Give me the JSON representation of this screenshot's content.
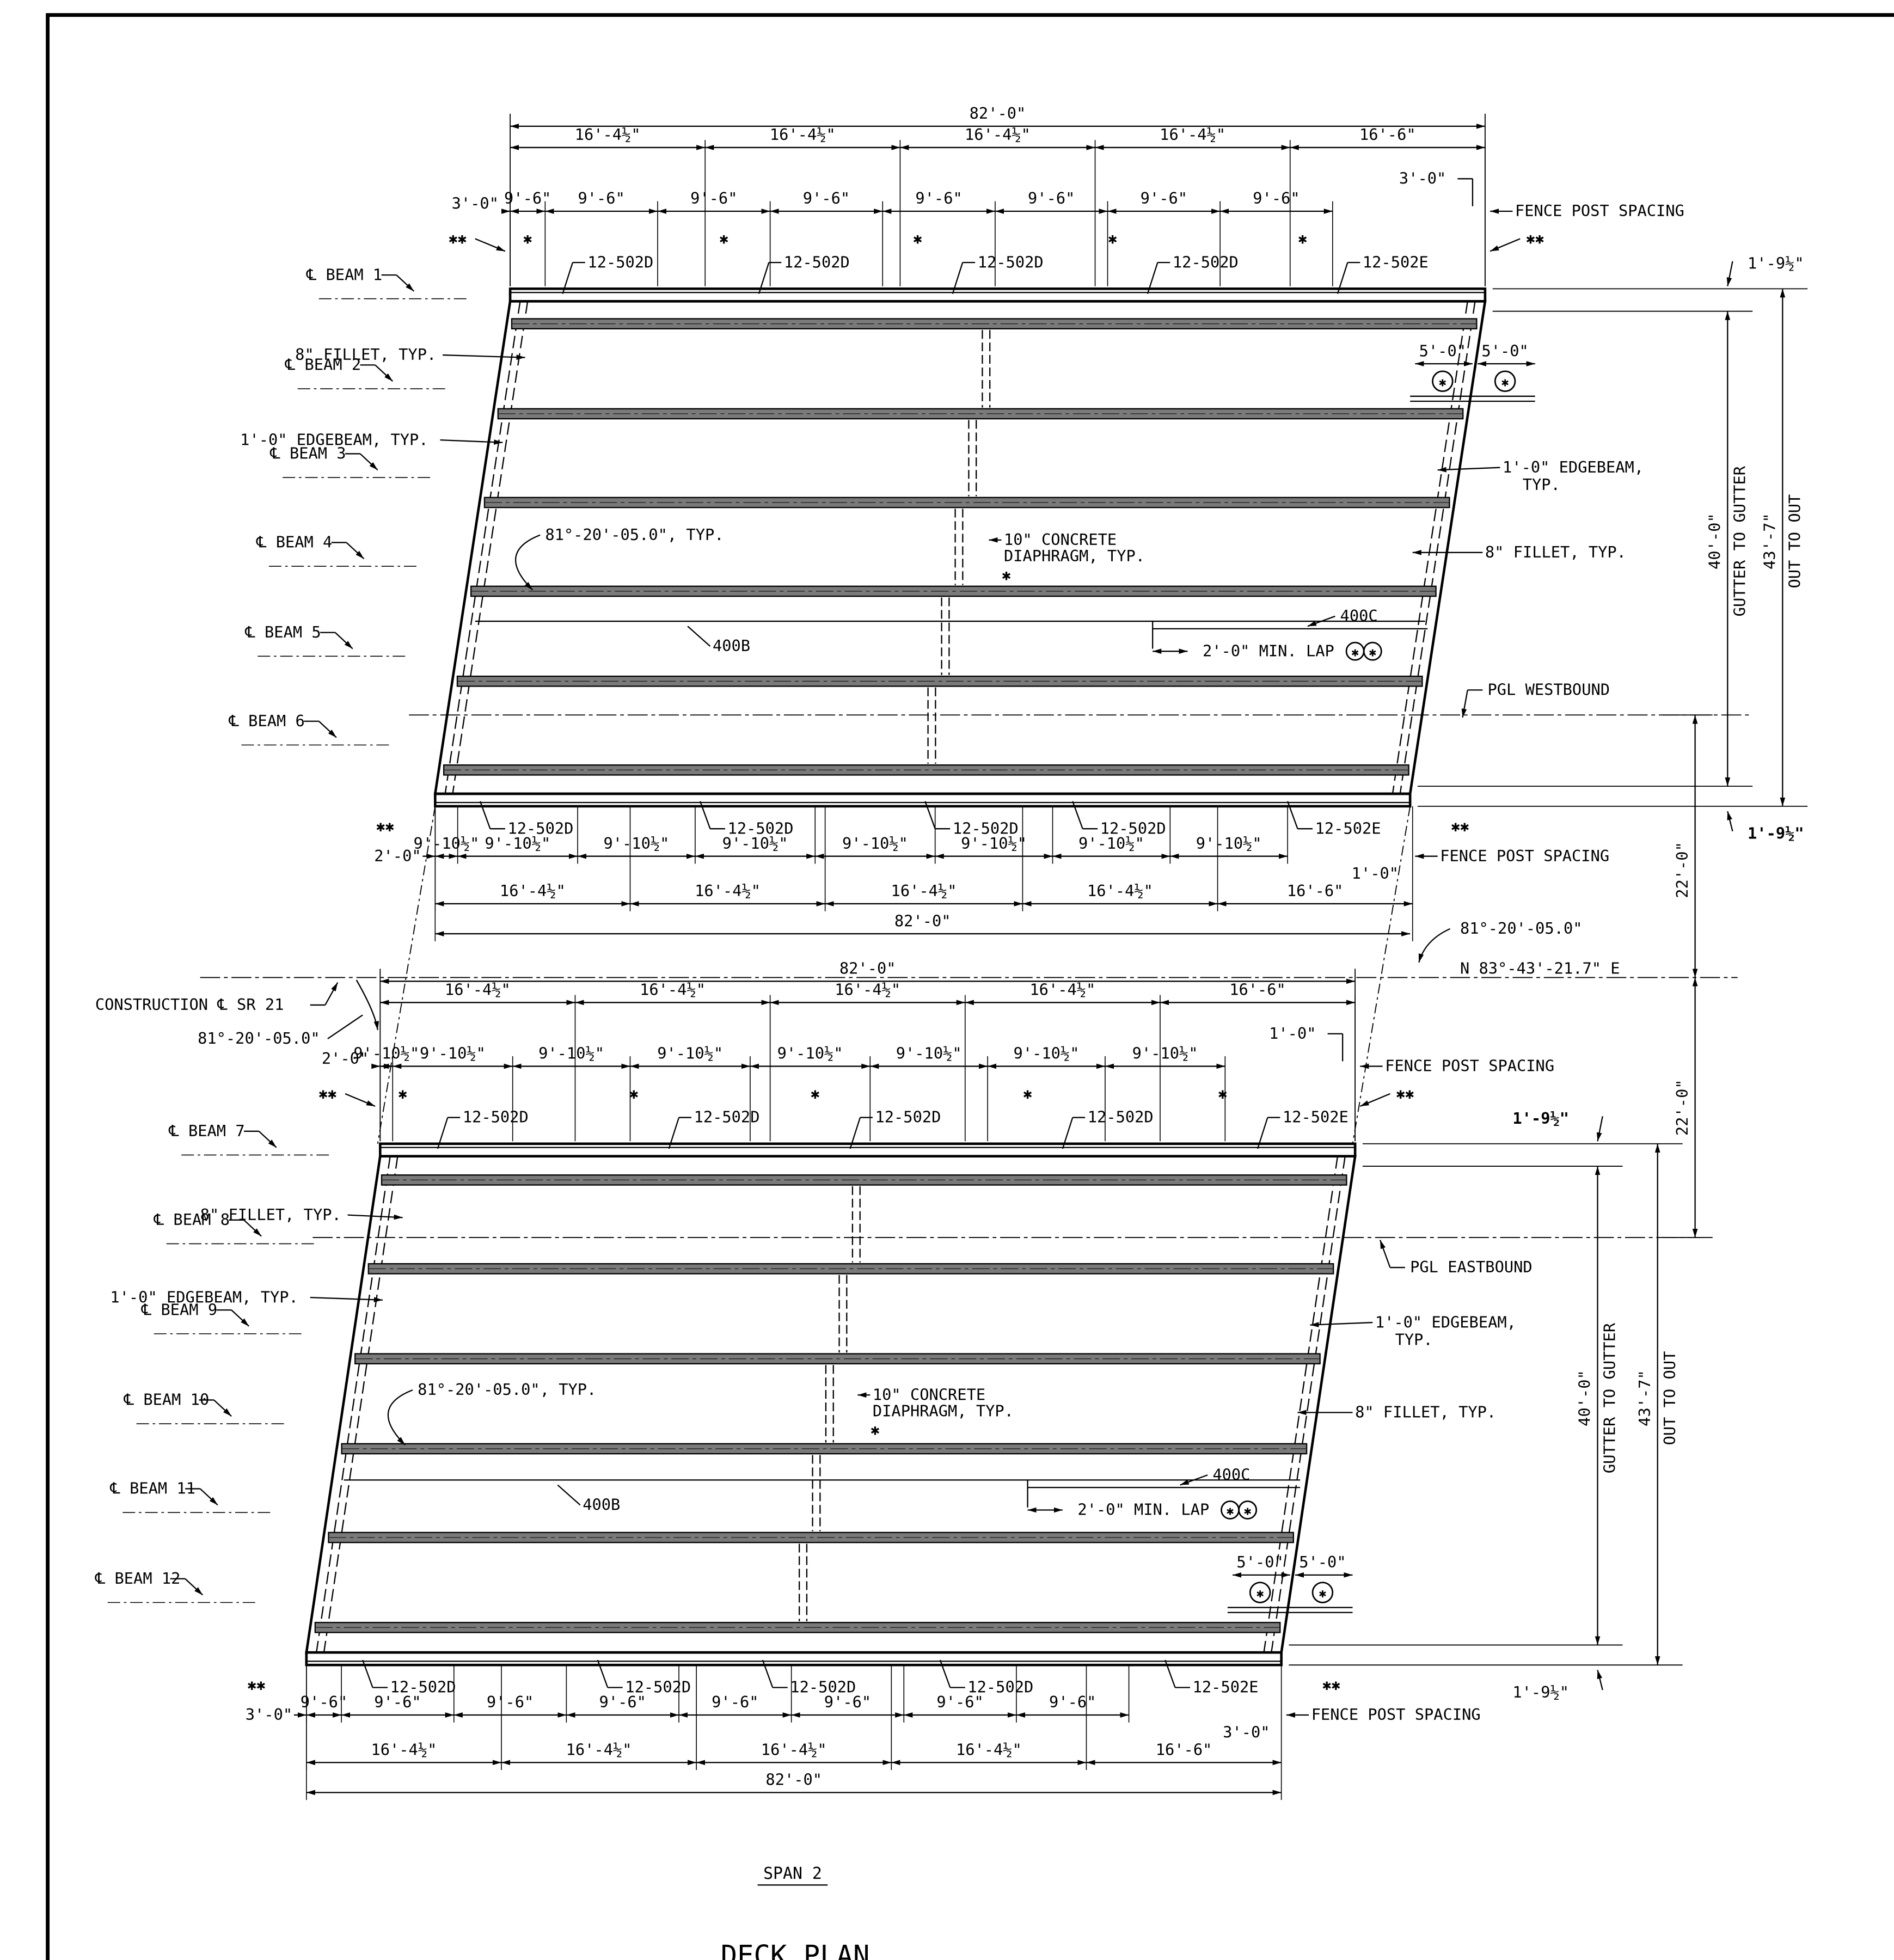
{
  "drawing": {
    "title": "DECK PLAN",
    "span_label": "SPAN 2",
    "colors": {
      "ink": "#000000",
      "beam_fill": "#7a7a7a",
      "paper": "#ffffff"
    }
  },
  "west": {
    "top_overall": "82'-0\"",
    "top_segments": [
      "16'-4½\"",
      "16'-4½\"",
      "16'-4½\"",
      "16'-4½\"",
      "16'-6\""
    ],
    "top_post_spacing": [
      "9'-6\"",
      "9'-6\"",
      "9'-6\"",
      "9'-6\"",
      "9'-6\"",
      "9'-6\"",
      "9'-6\"",
      "9'-6\""
    ],
    "top_end_left": "3'-0\"",
    "top_end_right": "3'-0\"",
    "top_fence_label": "FENCE POST SPACING",
    "top_bars": [
      "12-502D",
      "12-502D",
      "12-502D",
      "12-502D",
      "12-502E"
    ],
    "top_rail_dim": "1'-9½\"",
    "bottom_rail_dim": "1'-9½\"",
    "beams": [
      "℄ BEAM 1",
      "℄ BEAM 2",
      "℄ BEAM 3",
      "℄ BEAM 4",
      "℄ BEAM 5",
      "℄ BEAM 6"
    ],
    "notes_left": [
      "8\" FILLET, TYP.",
      "1'-0\" EDGEBEAM, TYP.",
      "81°-20'-05.0\", TYP."
    ],
    "notes_right": [
      "1'-0\" EDGEBEAM,",
      "TYP.",
      "8\" FILLET, TYP."
    ],
    "diaphragm": [
      "10\" CONCRETE",
      "DIAPHRAGM, TYP."
    ],
    "bar_400c": "400C",
    "bar_400b": "400B",
    "lap_note": "2'-0\" MIN. LAP",
    "lap_dims": [
      "5'-0\"",
      "5'-0\""
    ],
    "gutter": "40'-0\"",
    "gutter_label": "GUTTER TO GUTTER",
    "out": "43'-7\"",
    "out_label": "OUT TO OUT",
    "pgl": "PGL WESTBOUND",
    "bottom_bars": [
      "12-502D",
      "12-502D",
      "12-502D",
      "12-502D",
      "12-502E"
    ],
    "bottom_post_spacing": [
      "9'-10½\"",
      "9'-10½\"",
      "9'-10½\"",
      "9'-10½\"",
      "9'-10½\"",
      "9'-10½\"",
      "9'-10½\"",
      "9'-10½\""
    ],
    "bottom_end_left": "2'-0\"",
    "bottom_end_right": "1'-0\"",
    "bottom_fence_label": "FENCE POST SPACING",
    "bottom_segments": [
      "16'-4½\"",
      "16'-4½\"",
      "16'-4½\"",
      "16'-4½\"",
      "16'-6\""
    ],
    "bottom_overall": "82'-0\""
  },
  "center": {
    "construction": "CONSTRUCTION ℄ SR 21",
    "skew_left": "81°-20'-05.0\"",
    "skew_right": "81°-20'-05.0\"",
    "bearing": "N 83°-43'-21.7\" E",
    "offset_west": "22'-0\"",
    "offset_east": "22'-0\""
  },
  "east": {
    "top_overall": "82'-0\"",
    "top_segments": [
      "16'-4½\"",
      "16'-4½\"",
      "16'-4½\"",
      "16'-4½\"",
      "16'-6\""
    ],
    "top_post_spacing": [
      "9'-10½\"",
      "9'-10½\"",
      "9'-10½\"",
      "9'-10½\"",
      "9'-10½\"",
      "9'-10½\"",
      "9'-10½\"",
      "9'-10½\""
    ],
    "top_end_left": "2'-0\"",
    "top_end_right": "1'-0\"",
    "top_fence_label": "FENCE POST SPACING",
    "top_bars": [
      "12-502D",
      "12-502D",
      "12-502D",
      "12-502D",
      "12-502E"
    ],
    "top_rail_dim": "1'-9½\"",
    "bottom_rail_dim": "1'-9½\"",
    "beams": [
      "℄ BEAM 7",
      "℄ BEAM 8",
      "℄ BEAM 9",
      "℄ BEAM 10",
      "℄ BEAM 11",
      "℄ BEAM 12"
    ],
    "notes_left": [
      "8\" FILLET, TYP.",
      "1'-0\" EDGEBEAM, TYP.",
      "81°-20'-05.0\", TYP."
    ],
    "notes_right": [
      "1'-0\" EDGEBEAM,",
      "TYP.",
      "8\" FILLET, TYP."
    ],
    "diaphragm": [
      "10\" CONCRETE",
      "DIAPHRAGM, TYP."
    ],
    "bar_400c": "400C",
    "bar_400b": "400B",
    "lap_note": "2'-0\" MIN. LAP",
    "lap_dims": [
      "5'-0\"",
      "5'-0\""
    ],
    "gutter": "40'-0\"",
    "gutter_label": "GUTTER TO GUTTER",
    "out": "43'-7\"",
    "out_label": "OUT TO OUT",
    "pgl": "PGL EASTBOUND",
    "bottom_bars": [
      "12-502D",
      "12-502D",
      "12-502D",
      "12-502D",
      "12-502E"
    ],
    "bottom_post_spacing": [
      "9'-6\"",
      "9'-6\"",
      "9'-6\"",
      "9'-6\"",
      "9'-6\"",
      "9'-6\"",
      "9'-6\"",
      "9'-6\""
    ],
    "bottom_end_left": "3'-0\"",
    "bottom_end_right": "3'-0\"",
    "bottom_fence_label": "FENCE POST SPACING",
    "bottom_segments": [
      "16'-4½\"",
      "16'-4½\"",
      "16'-4½\"",
      "16'-4½\"",
      "16'-6\""
    ],
    "bottom_overall": "82'-0\""
  }
}
